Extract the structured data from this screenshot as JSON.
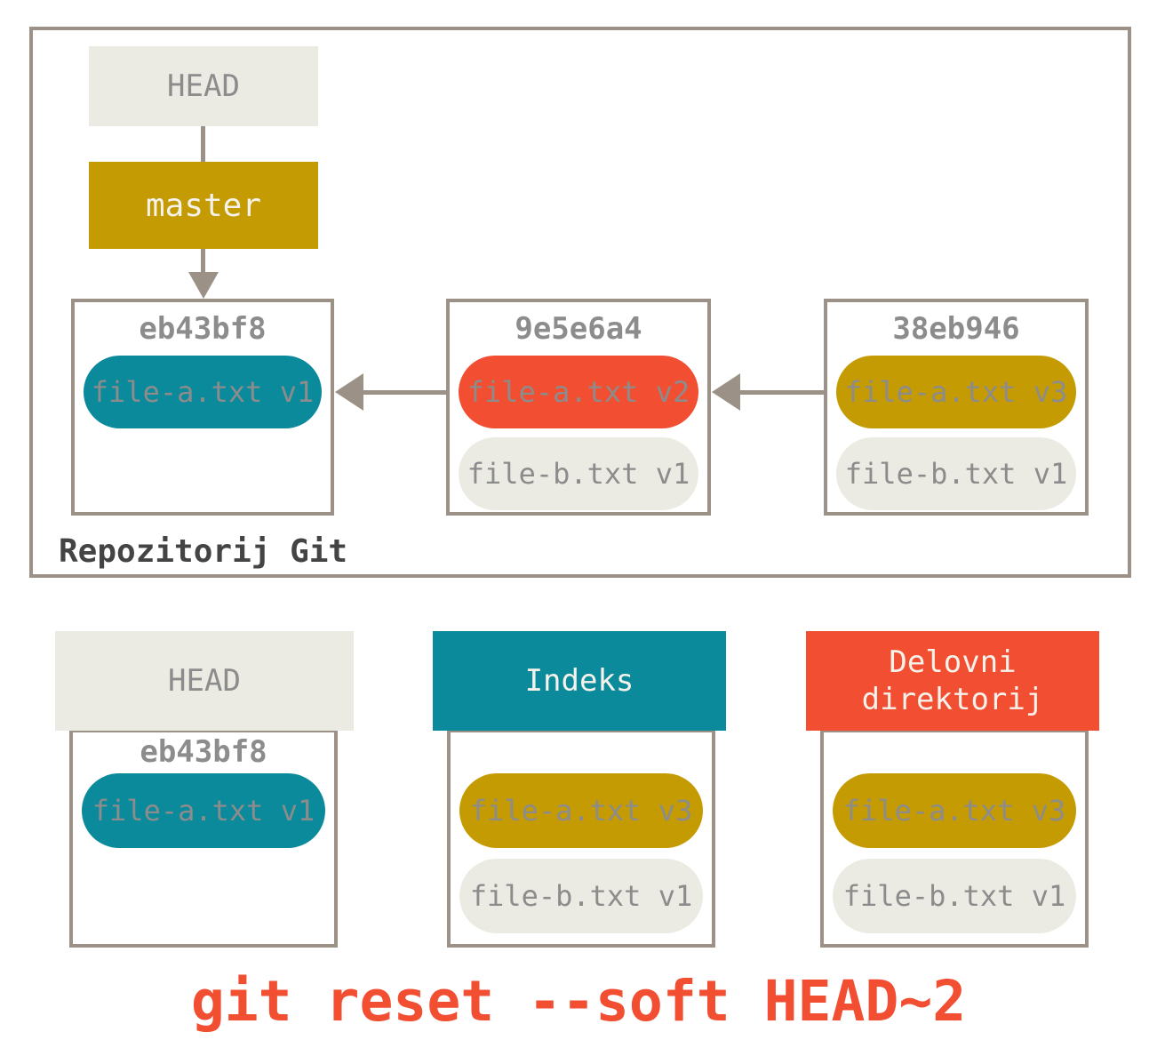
{
  "colors": {
    "background": "#ffffff",
    "outline_gray": "#9b9186",
    "light_fill": "#ecebe3",
    "teal": "#0b8a9b",
    "gold": "#c49b02",
    "red": "#f14e32",
    "pill_text_gray": "#8c8c8c",
    "dark_label": "#444444",
    "header_light_text": "#f4f2ea"
  },
  "repository": {
    "label": "Repozitorij Git",
    "head_ref": "HEAD",
    "branch_ref": "master",
    "commits": [
      {
        "hash": "eb43bf8",
        "files": [
          {
            "label": "file-a.txt v1",
            "bg": "#0b8a9b"
          }
        ]
      },
      {
        "hash": "9e5e6a4",
        "files": [
          {
            "label": "file-a.txt v2",
            "bg": "#f14e32"
          },
          {
            "label": "file-b.txt v1",
            "bg": "#ecebe3"
          }
        ]
      },
      {
        "hash": "38eb946",
        "files": [
          {
            "label": "file-a.txt v3",
            "bg": "#c49b02"
          },
          {
            "label": "file-b.txt v1",
            "bg": "#ecebe3"
          }
        ]
      }
    ]
  },
  "areas": {
    "head": {
      "title": "HEAD",
      "bg": "#ecebe3",
      "text_color": "#8c8c8c",
      "commit": "eb43bf8",
      "files": [
        {
          "label": "file-a.txt v1",
          "bg": "#0b8a9b"
        }
      ]
    },
    "index": {
      "title": "Indeks",
      "bg": "#0b8a9b",
      "text_color": "#f4f2ea",
      "files": [
        {
          "label": "file-a.txt v3",
          "bg": "#c49b02"
        },
        {
          "label": "file-b.txt v1",
          "bg": "#ecebe3"
        }
      ]
    },
    "workdir": {
      "title": "Delovni direktorij",
      "bg": "#f14e32",
      "text_color": "#f4f2ea",
      "files": [
        {
          "label": "file-a.txt v3",
          "bg": "#c49b02"
        },
        {
          "label": "file-b.txt v1",
          "bg": "#ecebe3"
        }
      ]
    }
  },
  "command": {
    "text": "git reset --soft HEAD~2",
    "color": "#f14e32"
  }
}
